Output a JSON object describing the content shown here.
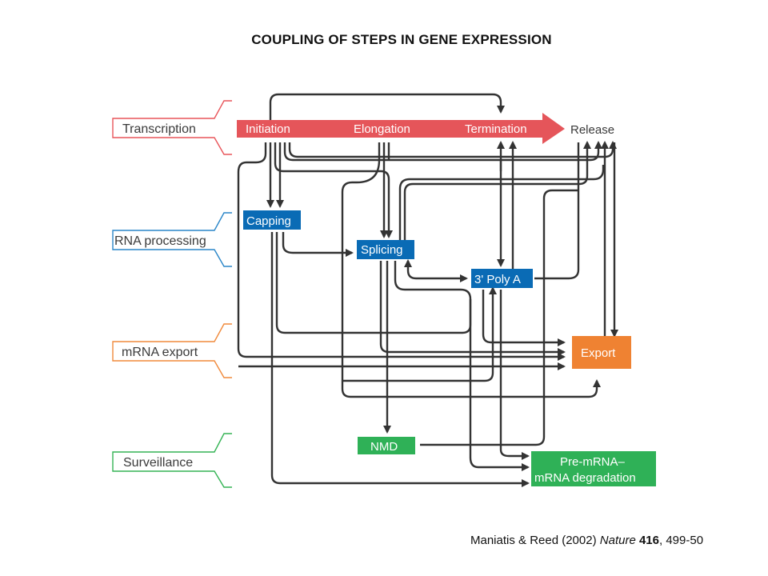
{
  "title": "COUPLING OF STEPS IN GENE EXPRESSION",
  "citation": {
    "authors": "Maniatis & Reed (2002)",
    "journal": "Nature",
    "volume": "416",
    "pages": ", 499-50"
  },
  "categories": [
    {
      "label": "Transcription",
      "color": "#e8555a"
    },
    {
      "label": "RNA processing",
      "color": "#2a86c8"
    },
    {
      "label": "mRNA export",
      "color": "#f08a3c"
    },
    {
      "label": "Surveillance",
      "color": "#35b455"
    }
  ],
  "transcription_arrow": {
    "color": "#e5555a",
    "steps": [
      "Initiation",
      "Elongation",
      "Termination"
    ],
    "release": "Release"
  },
  "nodes": {
    "capping": {
      "label": "Capping",
      "color": "#0a6bb5"
    },
    "splicing": {
      "label": "Splicing",
      "color": "#0a6bb5"
    },
    "polya": {
      "label": "3' Poly A",
      "color": "#0a6bb5"
    },
    "export": {
      "label": "Export",
      "color": "#ef8232"
    },
    "nmd": {
      "label": "NMD",
      "color": "#2fb157"
    },
    "degradation": {
      "line1": "Pre-mRNA–",
      "line2": "mRNA degradation",
      "color": "#2fb157"
    }
  },
  "line_color": "#333333"
}
